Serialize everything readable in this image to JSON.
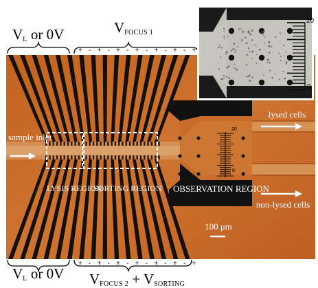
{
  "labels": {
    "top_left_main": "V",
    "top_left_sub": "L",
    "top_left_rest": " or 0V",
    "top_right_main": "V",
    "top_right_sub": "FOCUS 1",
    "bottom_left_main": "V",
    "bottom_left_sub": "L",
    "bottom_left_rest": " or 0V",
    "bottom_right_main1": "V",
    "bottom_right_sub1": "FOCUS 2",
    "bottom_right_plus": " + V",
    "bottom_right_sub2": "SORTING",
    "sample_inlet": "sample inlet",
    "lysis_region": "LYSIS REGION",
    "sorting_region": "SORTING REGION",
    "observation_region": "OBSERVATION REGION",
    "lysed_cells": "lysed cells",
    "non_lysed_cells": "non-lysed cells",
    "scale_bar": "100 μm",
    "inset_tick_top": "20",
    "inset_tick_bottom": "0",
    "main_tick_top": "20",
    "main_tick_bottom": "0"
  },
  "electrode_signs_top": [
    "+",
    "-",
    "+",
    "-",
    "+",
    "-",
    "+",
    "-",
    "+",
    "-",
    "+",
    "-",
    "+"
  ],
  "electrode_signs_bottom": [
    "+",
    "-",
    "+",
    "-",
    "+",
    "-",
    "+",
    "-",
    "+",
    "-",
    "+",
    "-",
    "+"
  ],
  "colors": {
    "chip_copper": "#c96a2a",
    "electrode": "#151006",
    "channel": "#d99a62",
    "inset_bg": "#b8b8b0",
    "highlight_box": "#ffffff"
  }
}
